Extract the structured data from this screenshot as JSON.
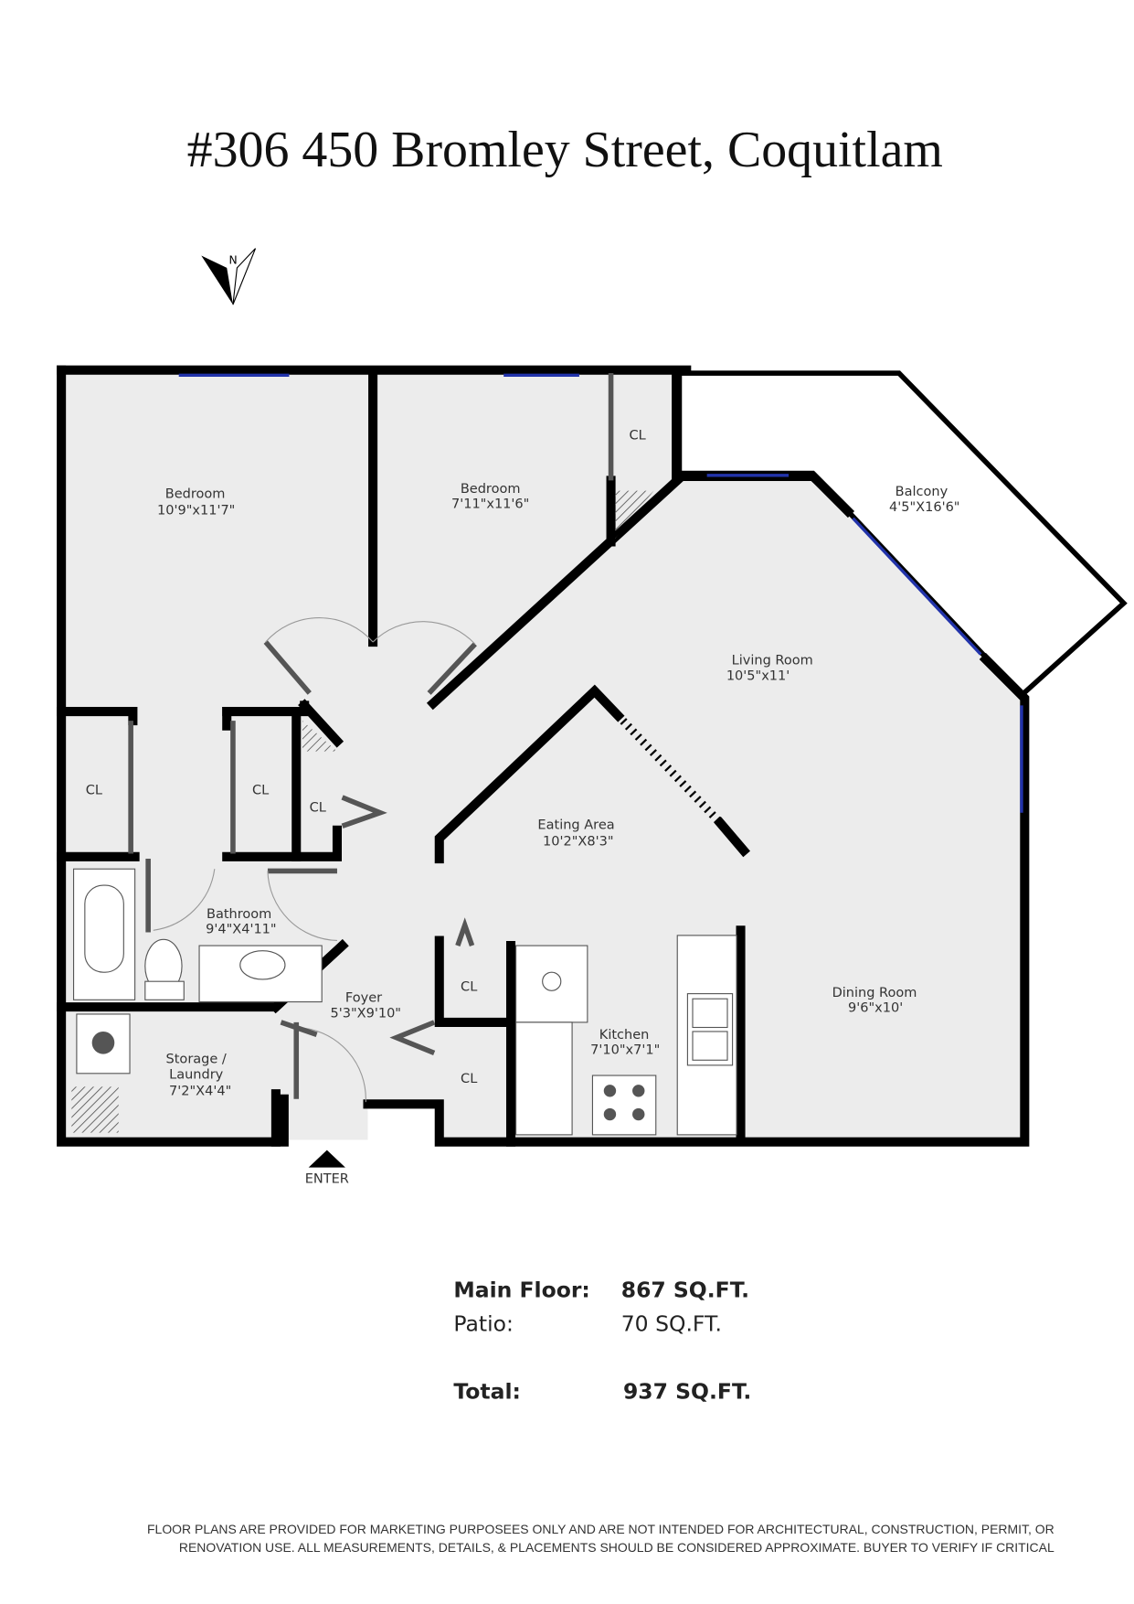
{
  "title": "#306 450 Bromley Street, Coquitlam",
  "compass": {
    "label": "N"
  },
  "rooms": {
    "bedroom1": {
      "name": "Bedroom",
      "size": "10'9\"x11'7\""
    },
    "bedroom2": {
      "name": "Bedroom",
      "size": "7'11\"x11'6\""
    },
    "balcony": {
      "name": "Balcony",
      "size": "4'5\"X16'6\""
    },
    "living": {
      "name": "Living Room",
      "size": "10'5\"x11'"
    },
    "eating": {
      "name": "Eating Area",
      "size": "10'2\"X8'3\""
    },
    "bathroom": {
      "name": "Bathroom",
      "size": "9'4\"X4'11\""
    },
    "foyer": {
      "name": "Foyer",
      "size": "5'3\"X9'10\""
    },
    "kitchen": {
      "name": "Kitchen",
      "size": "7'10\"x7'1\""
    },
    "dining": {
      "name": "Dining Room",
      "size": "9'6\"x10'"
    },
    "storage": {
      "name1": "Storage /",
      "name2": "Laundry",
      "size": "7'2\"X4'4\""
    }
  },
  "closet_label": "CL",
  "enter_label": "ENTER",
  "summary": {
    "main_label": "Main Floor:",
    "main_value": "867 SQ.FT.",
    "patio_label": "Patio:",
    "patio_value": "70 SQ.FT.",
    "total_label": "Total:",
    "total_value": "937 SQ.FT."
  },
  "disclaimer": {
    "line1": "FLOOR PLANS ARE PROVIDED FOR MARKETING PURPOSEES ONLY AND ARE NOT INTENDED FOR ARCHITECTURAL, CONSTRUCTION, PERMIT, OR",
    "line2": "RENOVATION USE. ALL MEASUREMENTS, DETAILS, & PLACEMENTS SHOULD BE CONSIDERED APPROXIMATE. BUYER TO VERIFY IF CRITICAL"
  },
  "colors": {
    "floor": "#ececec",
    "wall": "#000000",
    "window": "#2233aa"
  }
}
